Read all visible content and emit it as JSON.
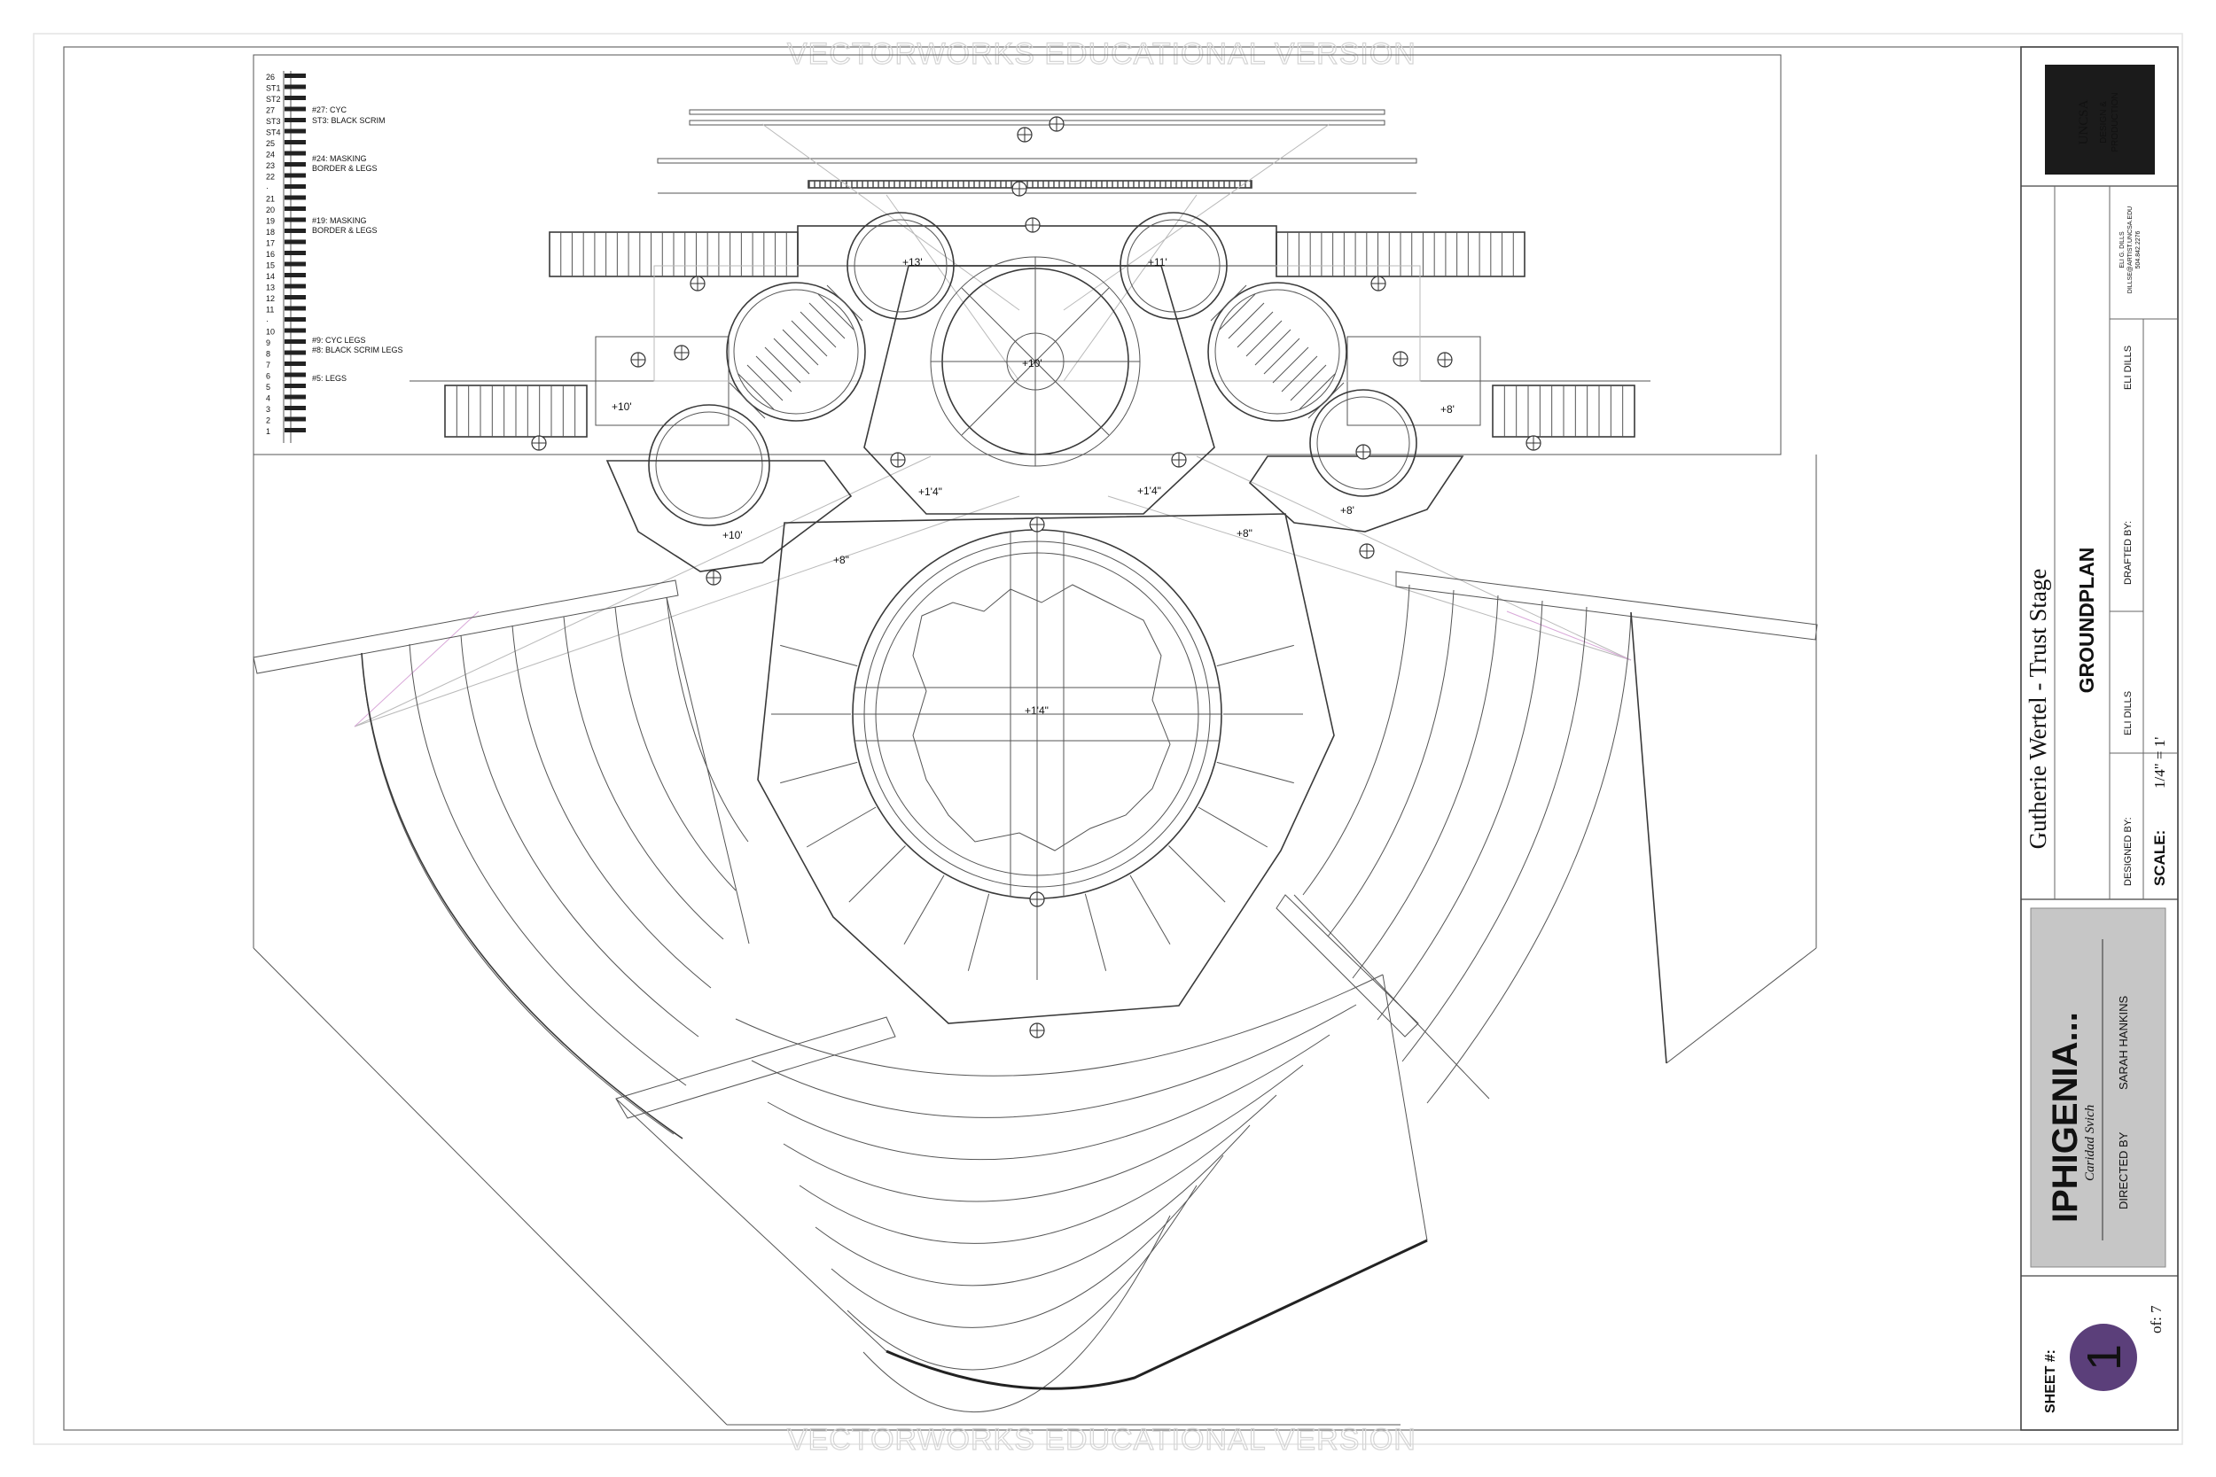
{
  "watermark": {
    "text": "VECTORWORKS EDUCATIONAL VERSION"
  },
  "lineset": {
    "numbers": [
      "26",
      "ST1",
      "ST2",
      "27",
      "ST3",
      "ST4",
      "25",
      "24",
      "23",
      "22",
      "·",
      "21",
      "20",
      "19",
      "18",
      "17",
      "16",
      "15",
      "14",
      "13",
      "12",
      "11",
      "·",
      "10",
      "9",
      "8",
      "7",
      "6",
      "5",
      "4",
      "3",
      "2",
      "1"
    ],
    "labels": [
      {
        "line1": "#27: CYC",
        "line2": "ST3: BLACK SCRIM"
      },
      {
        "line1": "#24: MASKING",
        "line2": "BORDER & LEGS"
      },
      {
        "line1": "#19: MASKING",
        "line2": "BORDER & LEGS"
      },
      {
        "line1": "#9: CYC LEGS",
        "line2": "#8: BLACK SCRIM LEGS"
      },
      {
        "line1": "#5: LEGS",
        "line2": ""
      }
    ]
  },
  "elevations": {
    "p13": "+13'",
    "p11": "+11'",
    "p10center": "+10'",
    "p10left": "+10'",
    "p8right": "+8'",
    "p14left": "+1'4\"",
    "p14right": "+1'4\"",
    "p10lower": "+10'",
    "p8lower": "+8'",
    "p8rampL": "+8\"",
    "p8rampR": "+8\"",
    "p14center": "+1'4\""
  },
  "titleblock": {
    "logo_text": "UNCSA",
    "logo_sub1": "DESIGN &",
    "logo_sub2": "PRODUCTION",
    "designer_name": "ELI G. DILLS",
    "designer_email": "DILLSE@ARTIST.UNCSA.EDU",
    "designer_phone": "504.842.2276",
    "venue": "Gutherie Wertel - Trust Stage",
    "sheet_title": "GROUNDPLAN",
    "designed_by_label": "DESIGNED BY:",
    "designed_by": "ELI DILLS",
    "drafted_by_label": "DRAFTED BY:",
    "drafted_by": "ELI DILLS",
    "scale_label": "SCALE:",
    "scale": "1/4\" = 1'",
    "show_title": "IPHIGENIA...",
    "playwright": "Caridad Svich",
    "directed_by_label": "DIRECTED BY",
    "directed_by": "SARAH HANKINS",
    "sheet_label": "SHEET #:",
    "sheet_number": "1",
    "sheet_total": "of: 7",
    "accent_color": "#5b3f7a"
  }
}
